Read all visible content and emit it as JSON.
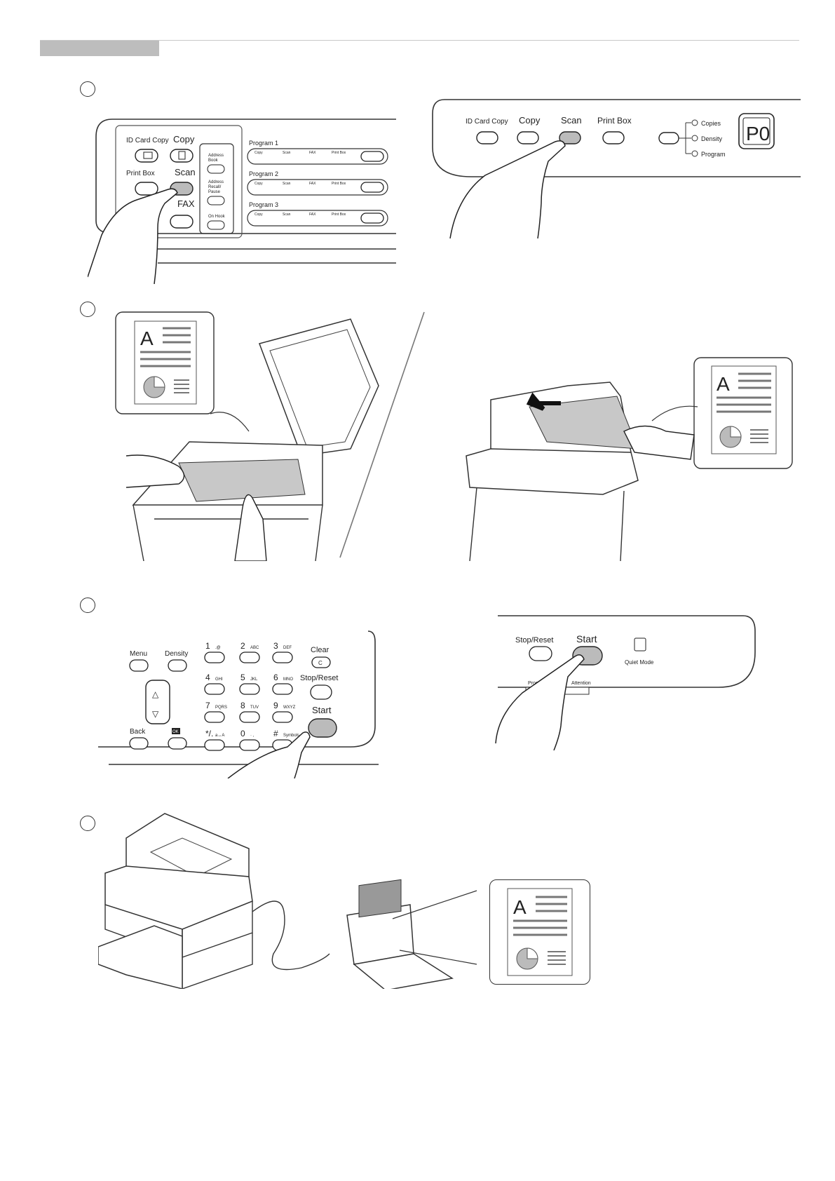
{
  "panel_small": {
    "id_card_copy": "ID Card Copy",
    "copy": "Copy",
    "print_box": "Print Box",
    "scan": "Scan",
    "fax": "FAX",
    "address_book": [
      "Address",
      "Book"
    ],
    "address_recall": [
      "Address",
      "Recall/",
      "Pause"
    ],
    "on_hook": "On Hook",
    "programs": [
      "Program 1",
      "Program 2",
      "Program 3"
    ],
    "program_slots": [
      "Copy",
      "Scan",
      "FAX",
      "Print Box"
    ]
  },
  "panel_large": {
    "id_card_copy": "ID Card Copy",
    "copy": "Copy",
    "scan": "Scan",
    "print_box": "Print Box",
    "indicators": [
      "Copies",
      "Density",
      "Program"
    ],
    "display": "P0"
  },
  "keypad": {
    "menu": "Menu",
    "density": "Density",
    "back": "Back",
    "ok": "OK",
    "clear": "Clear",
    "clear_key": "C",
    "stop_reset": "Stop/Reset",
    "start": "Start",
    "keys": [
      {
        "n": "1",
        "s": ".@"
      },
      {
        "n": "2",
        "s": "ABC"
      },
      {
        "n": "3",
        "s": "DEF"
      },
      {
        "n": "4",
        "s": "GHI"
      },
      {
        "n": "5",
        "s": "JKL"
      },
      {
        "n": "6",
        "s": "MNO"
      },
      {
        "n": "7",
        "s": "PQRS"
      },
      {
        "n": "8",
        "s": "TUV"
      },
      {
        "n": "9",
        "s": "WXYZ"
      },
      {
        "n": "*/.",
        "s": "a↔A"
      },
      {
        "n": "0",
        "s": "· ,"
      },
      {
        "n": "#",
        "s": "Symbols"
      }
    ]
  },
  "start_panel": {
    "stop_reset": "Stop/Reset",
    "start": "Start",
    "quiet_mode": "Quiet Mode",
    "processing": "Process",
    "attention": "Attention"
  },
  "doc_icon": {
    "letter": "A"
  }
}
